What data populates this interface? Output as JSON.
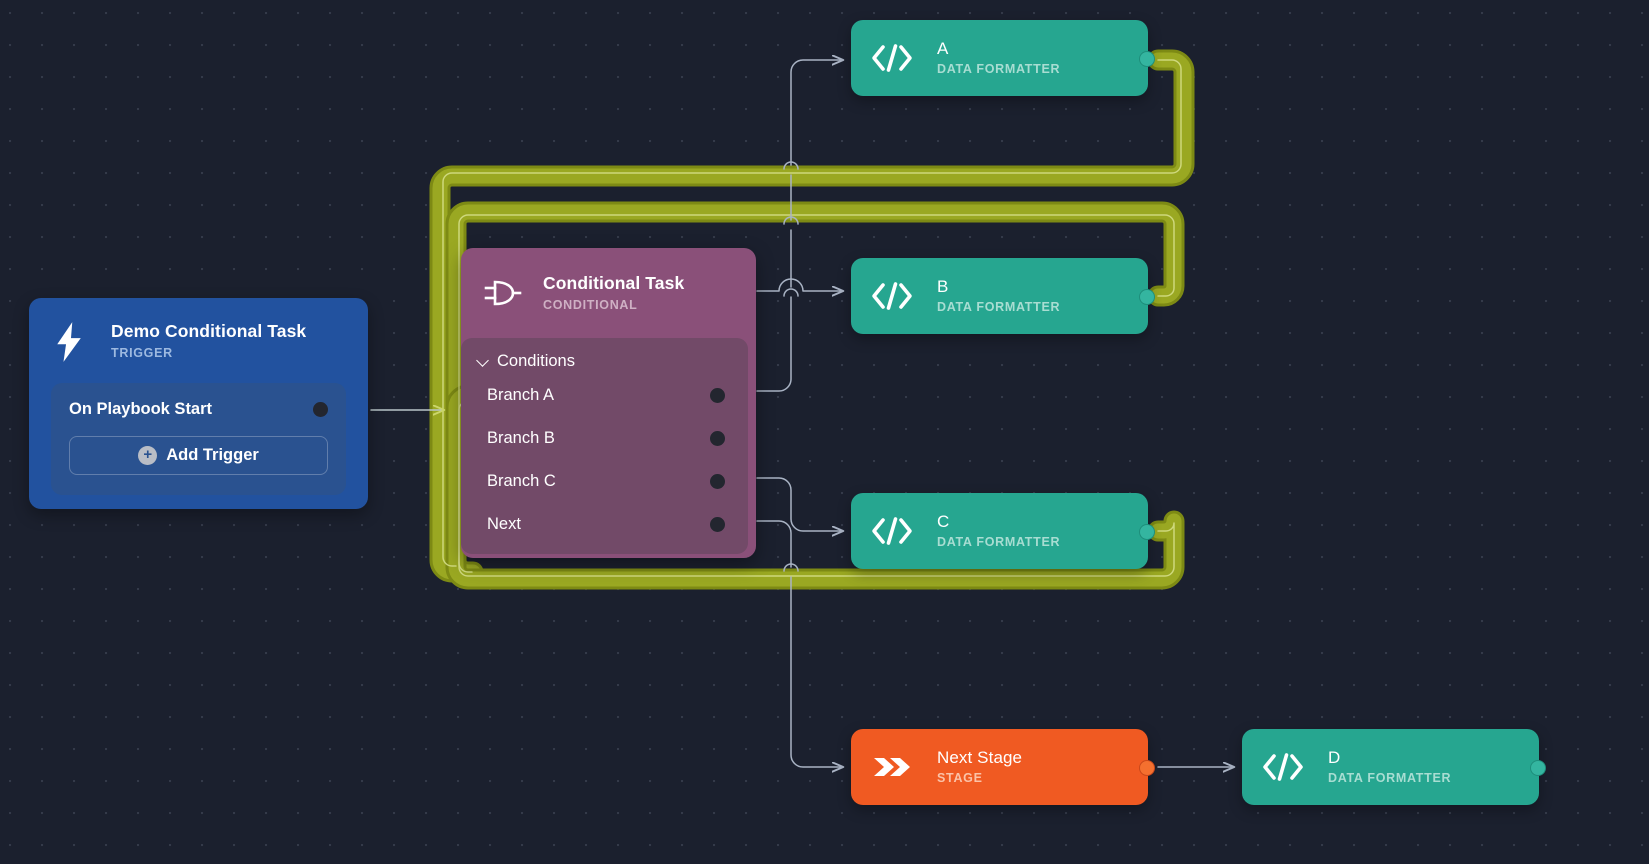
{
  "canvas": {
    "background_color": "#1b202e",
    "grid_dot_color": "#5d6578"
  },
  "palette": {
    "trigger_blue": "#22529f",
    "trigger_body_blue": "#2a5290",
    "conditional_purple": "#8a5079",
    "conditional_body_purple": "#724a68",
    "formatter_teal": "#26a690",
    "stage_orange": "#f05a22",
    "highlight_olive": "#7d8a14",
    "edge_gray": "#a9b3c4"
  },
  "nodes": {
    "trigger": {
      "icon": "lightning-bolt-icon",
      "title": "Demo Conditional Task",
      "subtitle": "TRIGGER",
      "row_label": "On Playbook Start",
      "add_button_label": "Add Trigger",
      "add_button_icon": "plus-circle-icon"
    },
    "conditional": {
      "icon": "logic-gate-icon",
      "title": "Conditional Task",
      "subtitle": "CONDITIONAL",
      "section_label": "Conditions",
      "section_icon": "chevron-down-icon",
      "branches": [
        {
          "label": "Branch A"
        },
        {
          "label": "Branch B"
        },
        {
          "label": "Branch C"
        },
        {
          "label": "Next"
        }
      ]
    },
    "formatter_a": {
      "icon": "code-brackets-icon",
      "title": "A",
      "subtitle": "DATA FORMATTER"
    },
    "formatter_b": {
      "icon": "code-brackets-icon",
      "title": "B",
      "subtitle": "DATA FORMATTER"
    },
    "formatter_c": {
      "icon": "code-brackets-icon",
      "title": "C",
      "subtitle": "DATA FORMATTER"
    },
    "formatter_d": {
      "icon": "code-brackets-icon",
      "title": "D",
      "subtitle": "DATA FORMATTER"
    },
    "stage": {
      "icon": "double-chevron-icon",
      "title": "Next Stage",
      "subtitle": "STAGE"
    }
  }
}
